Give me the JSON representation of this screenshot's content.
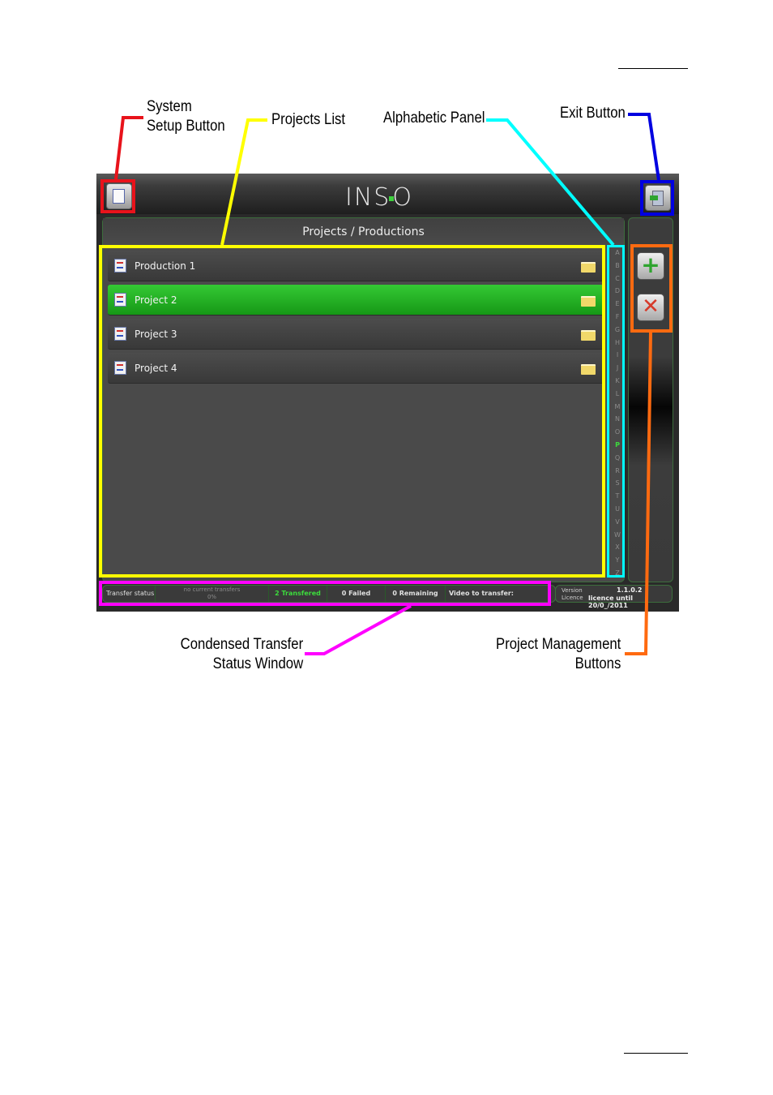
{
  "callouts": {
    "system_setup": "System\nSetup Button",
    "projects_list": "Projects List",
    "alphabetic_panel": "Alphabetic Panel",
    "exit_button": "Exit Button",
    "transfer_status_window": "Condensed Transfer\nStatus Window",
    "project_management": "Project Management\nButtons"
  },
  "app": {
    "logo": "INSIO",
    "panel_title": "Projects / Productions",
    "projects": [
      {
        "label": "Production 1",
        "selected": false
      },
      {
        "label": "Project 2",
        "selected": true
      },
      {
        "label": "Project 3",
        "selected": false
      },
      {
        "label": "Project 4",
        "selected": false
      }
    ],
    "alphabet": [
      "A",
      "B",
      "C",
      "D",
      "E",
      "F",
      "G",
      "H",
      "I",
      "J",
      "K",
      "L",
      "M",
      "N",
      "O",
      "P",
      "Q",
      "R",
      "S",
      "T",
      "U",
      "V",
      "W",
      "X",
      "Y",
      "Z"
    ],
    "active_letter": "P",
    "status": {
      "label": "Transfer status",
      "current_line1": "no current transfers",
      "current_line2": "0%",
      "transferred": "2 Transfered",
      "failed": "0 Failed",
      "remaining": "0 Remaining",
      "video": "Video to transfer:"
    },
    "version": {
      "version_label": "Version",
      "version_value": "1.1.0.2",
      "licence_label": "Licence",
      "licence_value": "licence until 20/0_/2011"
    }
  },
  "colors": {
    "system_setup": "#e8131b",
    "projects_list": "#ffff00",
    "alphabetic_panel": "#00ffff",
    "exit_button": "#0000e0",
    "transfer_status": "#ff00ff",
    "project_management": "#ff6a10",
    "selected_row": "#1fae1f"
  }
}
